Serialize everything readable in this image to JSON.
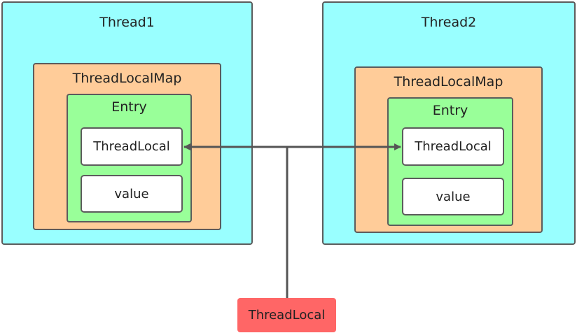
{
  "thread1": {
    "title": "Thread1",
    "map_title": "ThreadLocalMap",
    "entry_title": "Entry",
    "key_label": "ThreadLocal",
    "value_label": "value"
  },
  "thread2": {
    "title": "Thread2",
    "map_title": "ThreadLocalMap",
    "entry_title": "Entry",
    "key_label": "ThreadLocal",
    "value_label": "value"
  },
  "shared": {
    "label": "ThreadLocal"
  },
  "colors": {
    "thread_bg": "#99ffff",
    "map_bg": "#ffcc99",
    "entry_bg": "#99ff99",
    "cell_bg": "#ffffff",
    "threadlocal_bg": "#ff6666",
    "border": "#5c5c5c"
  }
}
